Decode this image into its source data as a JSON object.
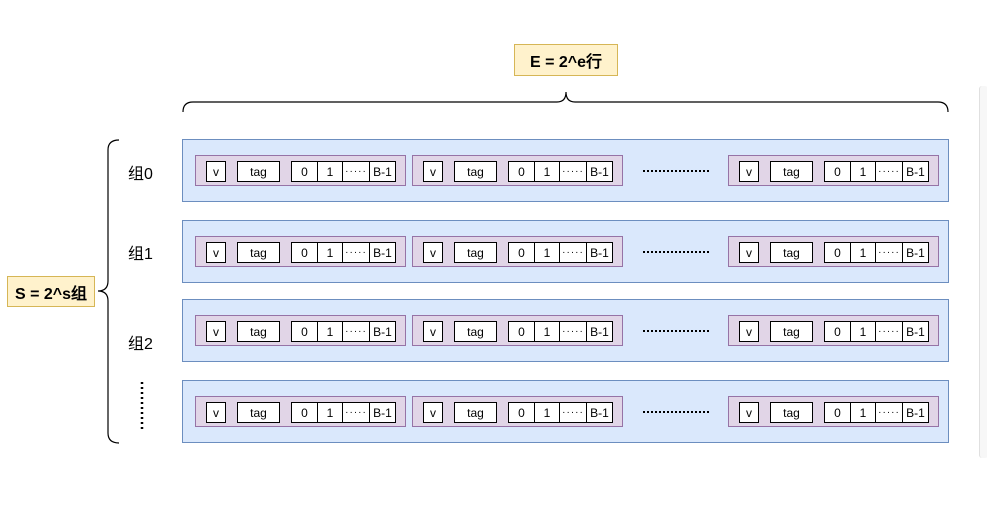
{
  "lines_label": "E = 2^e行",
  "sets_label": "S = 2^s组",
  "set_labels": [
    "组0",
    "组1",
    "组2"
  ],
  "cells": {
    "valid": "v",
    "tag": "tag",
    "byte0": "0",
    "byte1": "1",
    "ellipsis": "·····",
    "last_byte": "B-1"
  },
  "row_ellipsis": "···········",
  "colors": {
    "set_fill": "#dae8fc",
    "set_border": "#6c8ebf",
    "line_fill": "#e1d5e7",
    "line_border": "#9673a6",
    "label_fill": "#fff2cc",
    "label_border": "#d6b656"
  }
}
